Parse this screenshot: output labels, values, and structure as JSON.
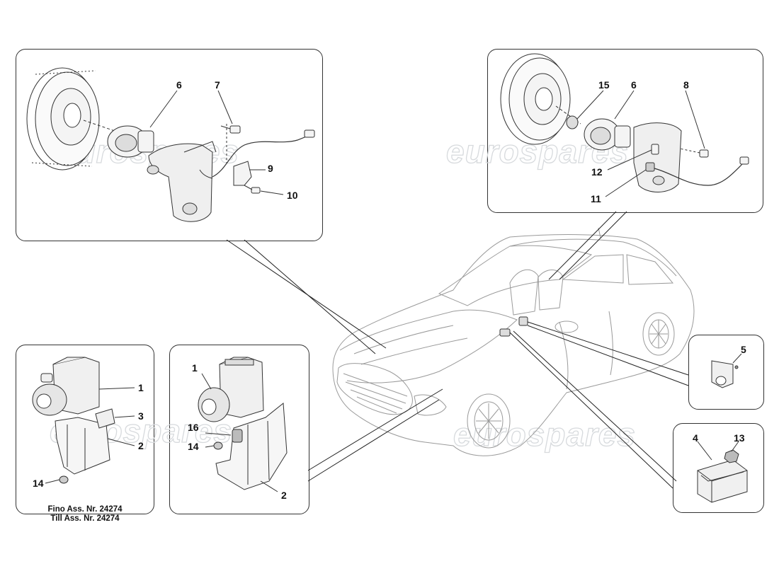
{
  "watermark": "eurospares",
  "panels": {
    "front_hub": {
      "callouts": [
        "6",
        "7",
        "9",
        "10"
      ]
    },
    "rear_hub": {
      "callouts": [
        "15",
        "6",
        "8",
        "12",
        "11"
      ]
    },
    "abs_early": {
      "callouts": [
        "1",
        "3",
        "2",
        "14"
      ],
      "caption_line1": "Fino Ass. Nr. 24274",
      "caption_line2": "Till Ass. Nr. 24274"
    },
    "abs_late": {
      "callouts": [
        "1",
        "16",
        "14",
        "2"
      ]
    },
    "bracket": {
      "callouts": [
        "5"
      ]
    },
    "sensor_unit": {
      "callouts": [
        "4",
        "13"
      ]
    }
  }
}
